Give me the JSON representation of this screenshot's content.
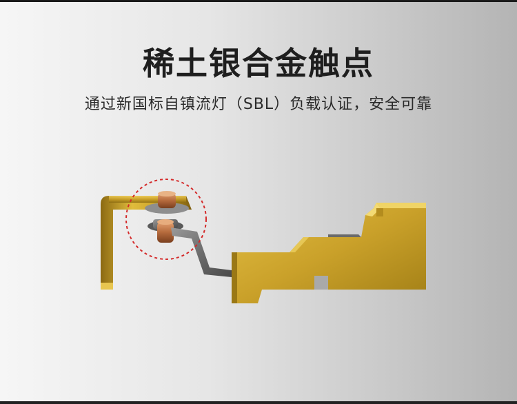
{
  "header": {
    "title": "稀土银合金触点",
    "subtitle": "通过新国标自镇流灯（SBL）负载认证，安全可靠"
  },
  "illustration": {
    "subject": "contact-assembly",
    "colors": {
      "brass": "#c9a42c",
      "brass_dark": "#8a6d14",
      "copper": "#c07a4c",
      "highlight_circle": "#d42a2a"
    }
  }
}
